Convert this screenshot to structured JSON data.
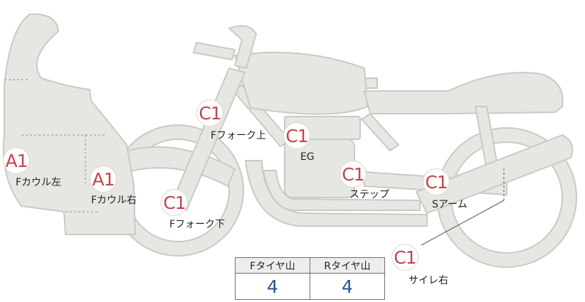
{
  "parts": [
    {
      "code": "A1",
      "name": "Fカウル左"
    },
    {
      "code": "A1",
      "name": "Fカウル右"
    },
    {
      "code": "C1",
      "name": "Fフォーク上"
    },
    {
      "code": "C1",
      "name": "Fフォーク下"
    },
    {
      "code": "C1",
      "name": "EG"
    },
    {
      "code": "C1",
      "name": "ステップ"
    },
    {
      "code": "C1",
      "name": "Sアーム"
    },
    {
      "code": "C1",
      "name": "サイレ右"
    }
  ],
  "tire_table": {
    "headers": [
      "Fタイヤ山",
      "Rタイヤ山"
    ],
    "values": [
      "4",
      "4"
    ]
  },
  "colors": {
    "grade_marker": "#c0474c",
    "tire_value": "#2f4f9a",
    "silhouette_fill": "#e6e6e3",
    "silhouette_stroke": "#c9c9c6",
    "guide_dots": "#b8b8c4"
  }
}
